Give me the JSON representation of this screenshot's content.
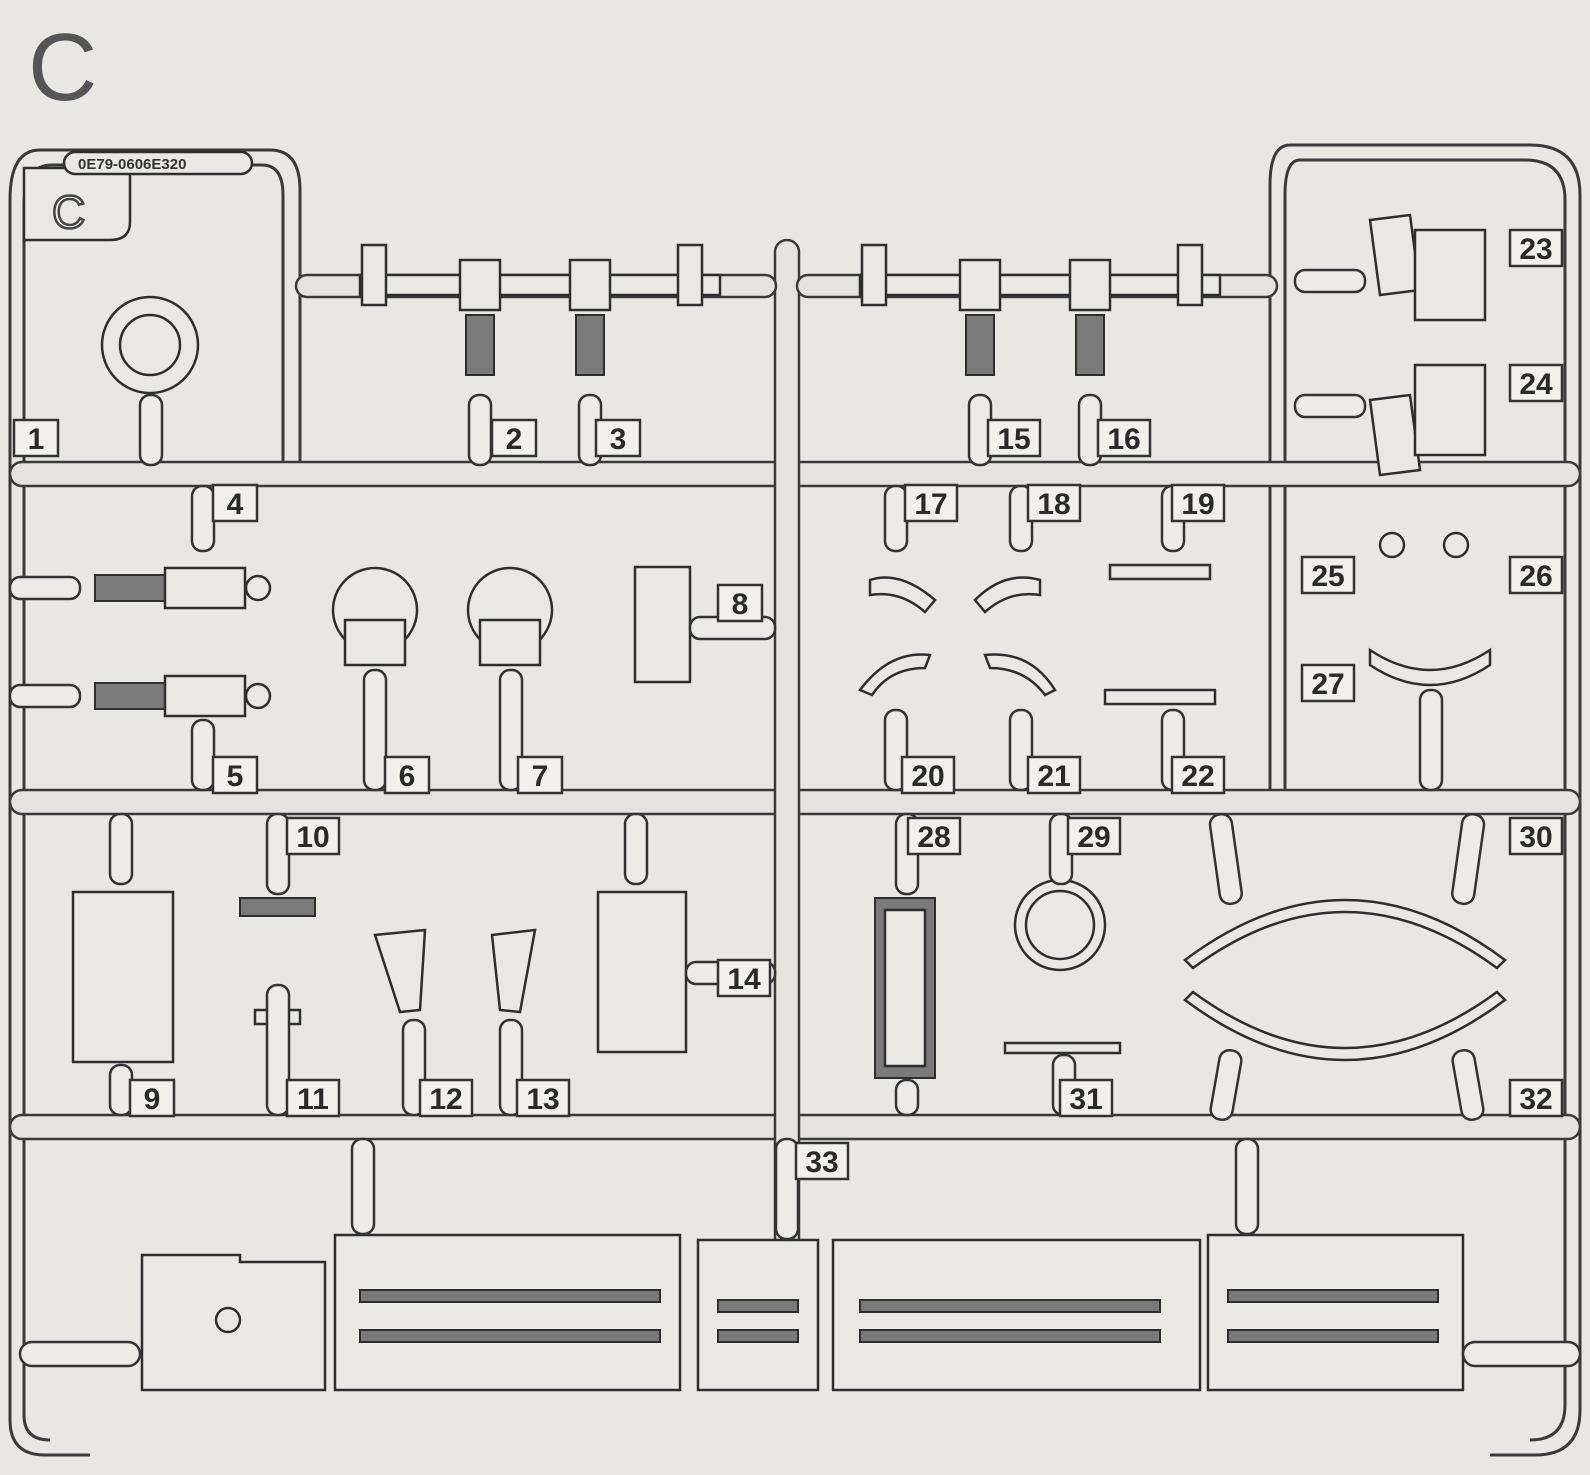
{
  "sheet": {
    "letter": "C",
    "tab_letter": "C",
    "code": "0E79-0606E320"
  },
  "part_numbers": [
    "1",
    "2",
    "3",
    "4",
    "5",
    "6",
    "7",
    "8",
    "9",
    "10",
    "11",
    "12",
    "13",
    "14",
    "15",
    "16",
    "17",
    "18",
    "19",
    "20",
    "21",
    "22",
    "23",
    "24",
    "25",
    "26",
    "27",
    "28",
    "29",
    "30",
    "31",
    "32",
    "33"
  ]
}
